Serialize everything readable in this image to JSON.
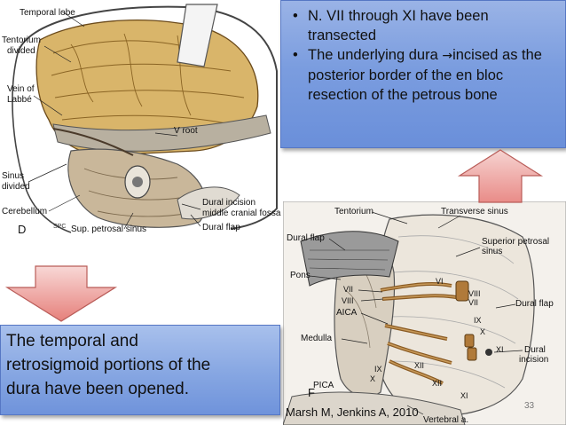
{
  "bullets": {
    "item1": "N. VII through XI have been transected",
    "item2_pre": "The underlying dura ",
    "item2_arrow": "→",
    "item2_post": "incised as the posterior border of the en bloc resection of the petrous bone"
  },
  "caption": {
    "line1": "The temporal and",
    "line2": "retrosigmoid portions of the",
    "line3": "dura have been opened."
  },
  "citation": "Marsh M, Jenkins A, 2010",
  "page_number": "33",
  "figure_left": {
    "label_temporal_lobe": "Temporal lobe",
    "label_tentorium_1": "Tentorium",
    "label_tentorium_2": "divided",
    "label_vein_1": "Vein of",
    "label_vein_2": "Labbé",
    "label_v_root": "V root",
    "label_sinus_1": "Sinus",
    "label_sinus_2": "divided",
    "label_cerebellum": "Cerebellum",
    "label_dural_incision_1": "Dural incision",
    "label_dural_incision_2": "middle cranial fossa",
    "label_sup_petrosal": "Sup. petrosal sinus",
    "label_dural_flap": "Dural flap",
    "label_panel": "D",
    "label_signature": "SPC"
  },
  "figure_right": {
    "label_tentorium": "Tentorium",
    "label_transverse_sinus": "Transverse sinus",
    "label_dural_flap_left": "Dural flap",
    "label_superior_petrosal_1": "Superior petrosal",
    "label_superior_petrosal_2": "sinus",
    "label_pons": "Pons",
    "label_vii_left": "VII",
    "label_viii_left": "VIII",
    "label_aica": "AICA",
    "label_medulla": "Medulla",
    "label_pica": "PICA",
    "label_ix_left": "IX",
    "label_x_left": "X",
    "label_xii_left": "XII",
    "label_vi": "VI",
    "label_viii_right": "VIII",
    "label_vii_right": "VII",
    "label_dural_flap_right": "Dural flap",
    "label_ix_right": "IX",
    "label_x_right": "X",
    "label_xi_right": "XI",
    "label_xii_right": "XII",
    "label_xi_bottom": "XI",
    "label_dural_incision_1": "Dural",
    "label_dural_incision_2": "incision",
    "label_vertebral": "Vertebral a.",
    "label_panel": "F"
  }
}
